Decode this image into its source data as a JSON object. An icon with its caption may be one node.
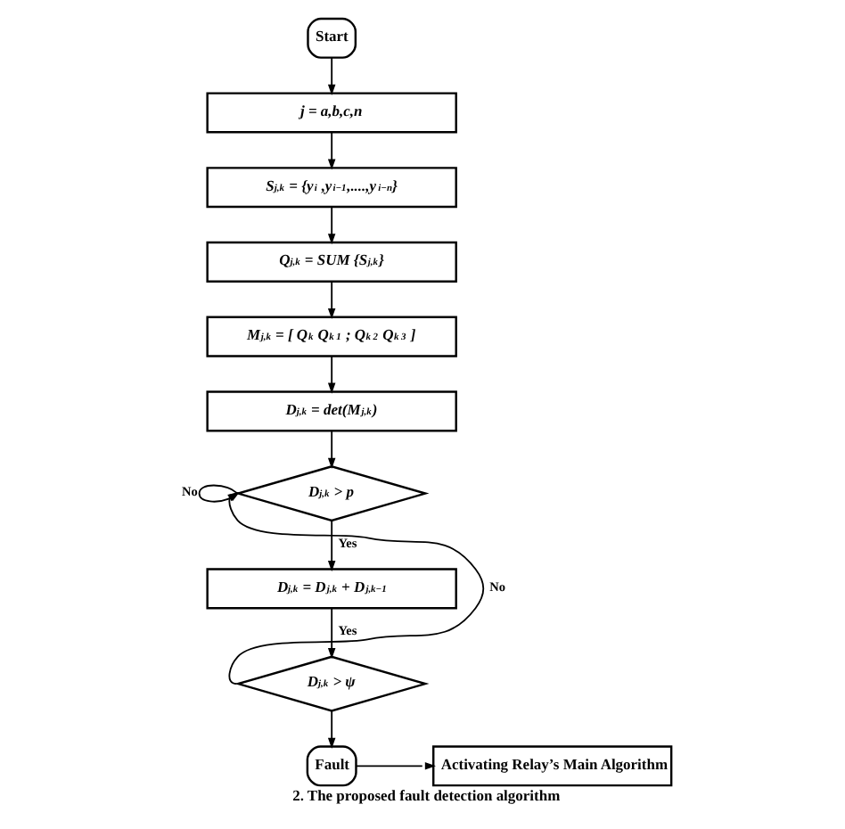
{
  "diagram": {
    "caption": "2. The proposed fault detection algorithm",
    "nodes": [
      {
        "text": [
          "Start"
        ]
      },
      {
        "text": [
          "j = a,b,c,n"
        ]
      },
      {
        "text": [
          "S$_{j,k}$ = {y$_{i}$ ,y$_{i−1}$,....,y$_{i−n}$}"
        ]
      },
      {
        "text": [
          "Q$_{j,k}$ = SUM {S$_{j,k}$}"
        ]
      },
      {
        "text": [
          "M$_{j,k}$ = [ Q$_{k}$ Q$_{k 1}$ ; Q$_{k 2}$ Q$_{k 3}$ ]"
        ]
      },
      {
        "text": [
          "D$_{j,k}$ = det(M$_{j,k}$)"
        ]
      },
      {
        "text": [
          "D$_{j,k}$ > p"
        ]
      },
      {
        "text": [
          "D$_{j,k}$ = D$_{j,k}$ + D$_{j,k−1}$"
        ]
      },
      {
        "text": [
          "D$_{j,k}$ > ψ"
        ]
      },
      {
        "text": [
          "Fault"
        ]
      },
      {
        "text": [
          "Activating Relay’s Main Algorithm"
        ]
      }
    ],
    "edges": [
      {
        "from": 0,
        "to": 1,
        "arrow": "to"
      },
      {
        "from": 1,
        "to": 2,
        "arrow": "to"
      },
      {
        "from": 2,
        "to": 3,
        "arrow": "to"
      },
      {
        "from": 3,
        "to": 4,
        "arrow": "to"
      },
      {
        "from": 4,
        "to": 5,
        "arrow": "to"
      },
      {
        "from": 5,
        "to": 6,
        "arrow": "to"
      },
      {
        "from": 6,
        "to": 7,
        "arrow": "to",
        "label": "Yes"
      },
      {
        "from": 7,
        "to": 8,
        "arrow": "to",
        "label": "Yes"
      },
      {
        "from": 8,
        "to": 9,
        "arrow": "to"
      },
      {
        "from": 9,
        "to": 10,
        "arrow": "to"
      },
      {
        "from": 6,
        "to": 6,
        "arrow": "to",
        "label": "No"
      },
      {
        "from": 8,
        "to": 6,
        "arrow": "to",
        "label": "No"
      }
    ]
  }
}
